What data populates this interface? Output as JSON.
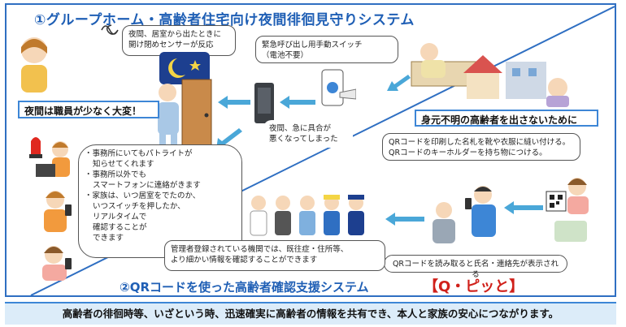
{
  "section1": {
    "title": "①グループホーム・高齢者住宅向け夜間徘徊見守りシステム",
    "bubble_sensor": [
      "夜間、居室から出たときに",
      "開け閉めセンサーが反応"
    ],
    "bubble_switch": [
      "緊急呼び出し用手動スイッチ",
      "（電池不要）"
    ],
    "staff_note": "夜間は職員が少なく大変！",
    "bubble_sick": [
      "夜間、急に具合が",
      "悪くなってしまった"
    ],
    "bubble_notify": [
      "・事務所にいてもパトライトが",
      "知らせてくれます",
      "・事務所以外でも",
      "スマートフォンに連絡がきます",
      "・家族は、いつ居室をでたのか、",
      "いつスイッチを押したか、",
      "リアルタイムで",
      "確認することが",
      "できます"
    ]
  },
  "section2": {
    "title": "②QRコードを使った高齢者確認支援システム",
    "brand": "【Q・ピッと】",
    "headline": "身元不明の高齢者を出さないために",
    "bubble_qr": [
      "QRコードを印刷した名札を靴や衣服に縫い付ける。",
      "QRコードのキーホルダーを持ち物につける。"
    ],
    "bubble_scan": "QRコードを読み取ると氏名・連絡先が表示される",
    "bubble_admin": [
      "管理者登録されている機関では、既往症・住所等、",
      "より細かい情報を確認することができます"
    ]
  },
  "footer": "高齢者の徘徊時等、いざという時、迅速確実に高齢者の情報を共有でき、本人と家族の安心につながります。",
  "colors": {
    "accent": "#1f5fb5",
    "arrow": "#4aa7d8",
    "brand": "#d0201a",
    "footer_bg": "#dcecf9"
  }
}
